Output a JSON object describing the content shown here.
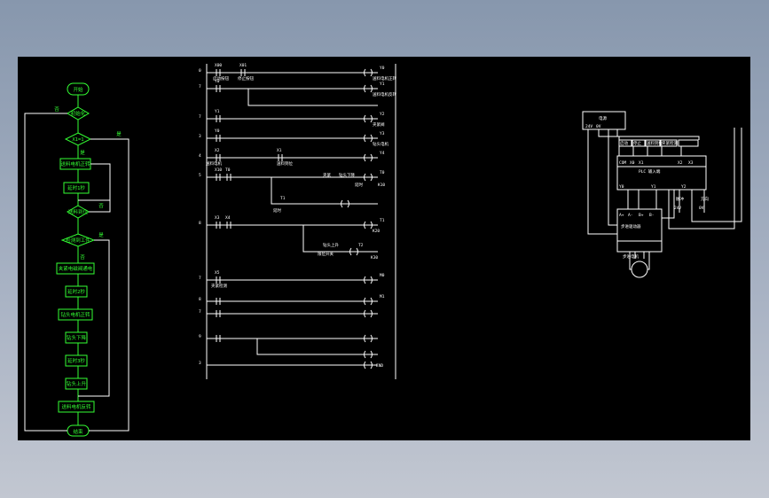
{
  "flowchart": {
    "start_label": "开始",
    "end_label": "结束",
    "yes_label": "是",
    "no_label": "否",
    "decisions": [
      "初始化",
      "X1=1",
      "送料到位",
      "检测到工件"
    ],
    "process_steps": [
      "送料电机正转",
      "延时1秒",
      "夹紧电磁阀通电",
      "延时2秒",
      "钻头电机正转",
      "钻头下降",
      "延时3秒",
      "钻头上升",
      "送料电机反转"
    ]
  },
  "ladder": {
    "rung_numbers": [
      "0",
      "7",
      "7",
      "3",
      "4",
      "5",
      "8",
      "7",
      "8",
      "7",
      "9",
      "3"
    ],
    "contacts": [
      "X00",
      "X01",
      "Y0",
      "Y1",
      "Y0",
      "X2",
      "X1",
      "X10",
      "T0",
      "T1",
      "X3",
      "X4",
      "X5"
    ],
    "contact_notes": [
      "启动按钮",
      "停止按钮",
      "送料电机",
      "送料到位",
      "延时",
      "夹紧检测",
      "夹紧",
      "钻头下降",
      "钻头上升",
      "限位开关"
    ],
    "coils": [
      "Y0",
      "Y1",
      "Y2",
      "Y3",
      "Y4",
      "T0",
      "T1",
      "T2",
      "M0",
      "M1",
      "END"
    ],
    "coil_notes": [
      "送料电机正转",
      "送料电机反转",
      "夹紧阀",
      "钻头电机",
      "延时",
      "K10",
      "K20",
      "K30"
    ]
  },
  "wiring": {
    "power_label": "电源",
    "plc_label": "PLC 输入端",
    "driver_label": "步进驱动器",
    "motor_label": "步进电机",
    "inputs": [
      "启动",
      "停止",
      "送料到位",
      "夹紧检测"
    ],
    "terminals": [
      "COM",
      "X0",
      "X1",
      "X2",
      "X3",
      "Y0",
      "Y1",
      "Y2",
      "24V",
      "0V",
      "A+",
      "A-",
      "B+",
      "B-"
    ],
    "extra_labels": [
      "24V",
      "0V",
      "脉冲",
      "方向"
    ]
  },
  "colors": {
    "flow": "#33ff33",
    "ladder": "#ffffff",
    "background": "#000000"
  }
}
